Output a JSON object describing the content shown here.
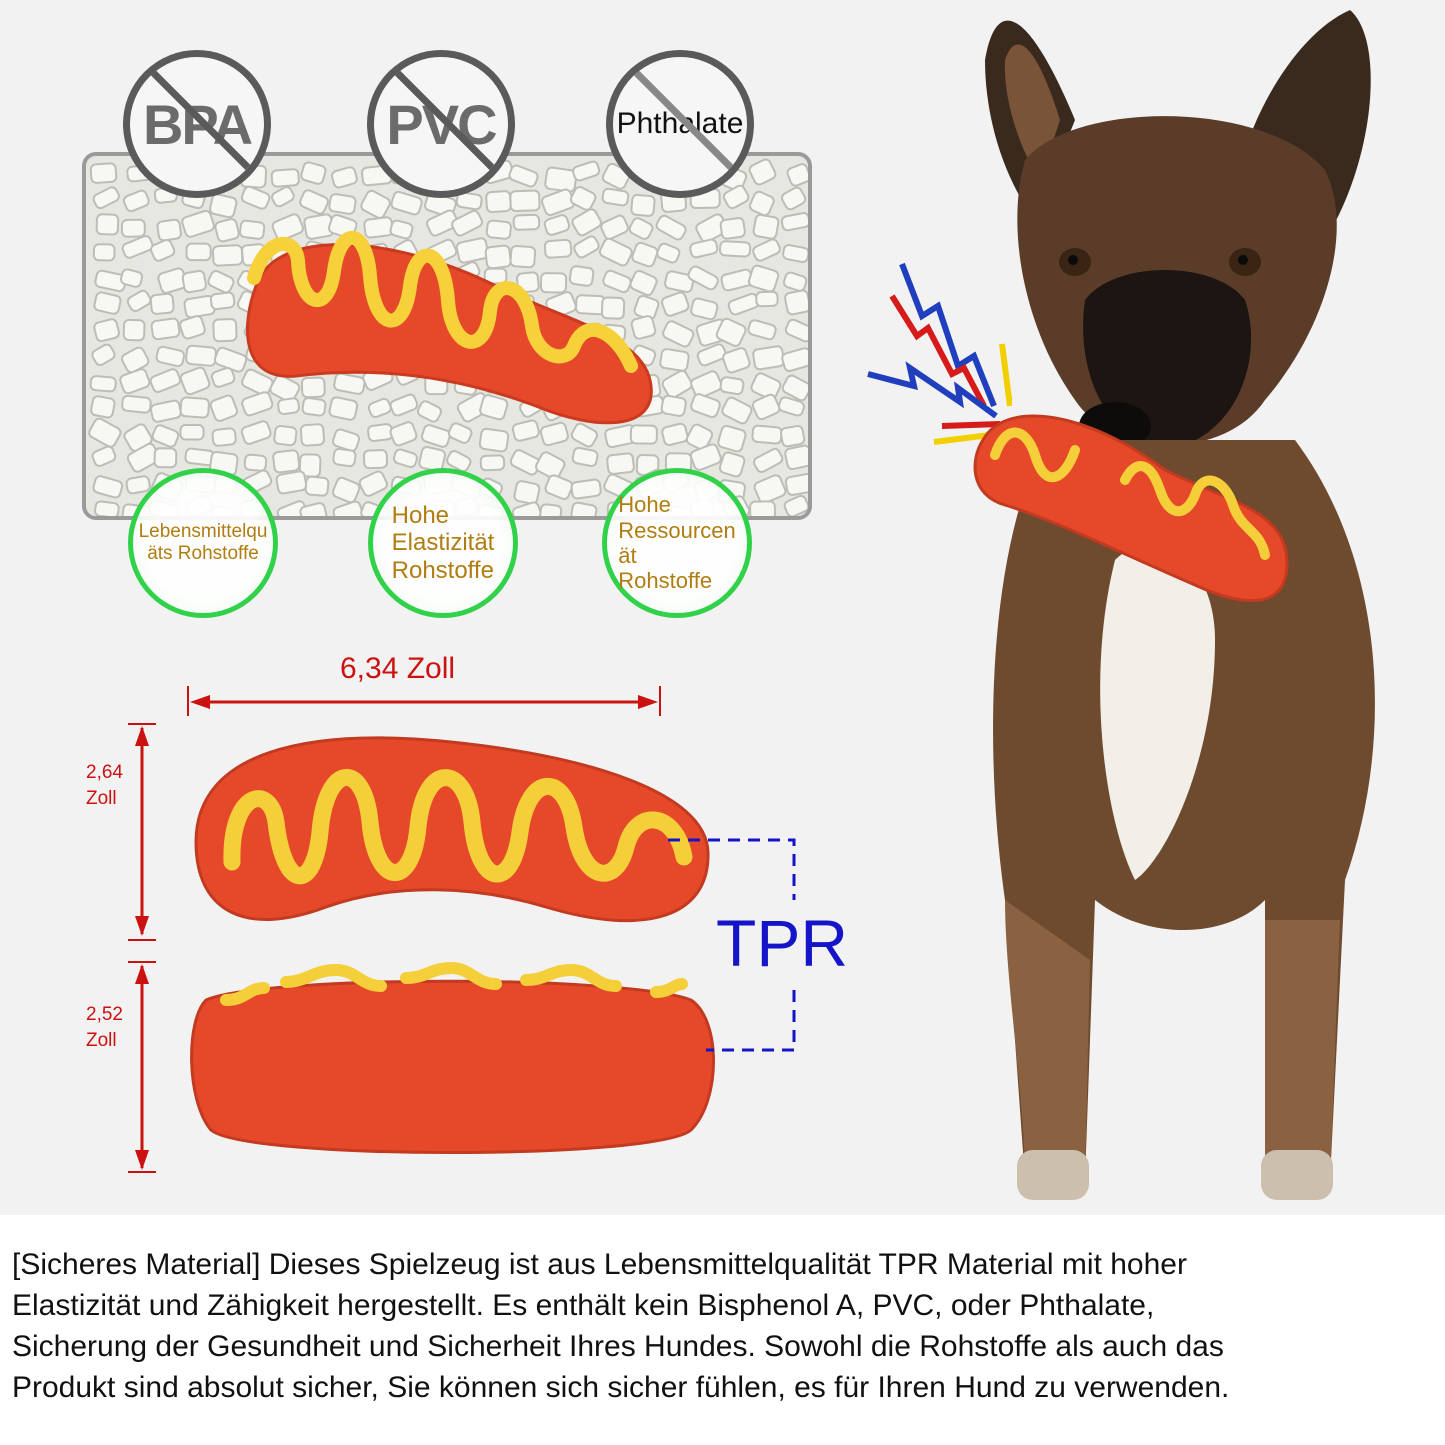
{
  "badges": {
    "free_of": [
      "BPA",
      "PVC",
      "Phthalate"
    ],
    "benefits": [
      "Lebensmittelqu äts Rohstoffe",
      "Hohe Elastizität Rohstoffe",
      "Hohe Ressourcen ät Rohstoffe"
    ]
  },
  "benefit_lines": [
    [
      "Lebensmittelqu",
      "äts Rohstoffe"
    ],
    [
      "Hohe",
      "Elastizität",
      "Rohstoffe"
    ],
    [
      "Hohe",
      "Ressourcen",
      "ät",
      "Rohstoffe"
    ]
  ],
  "dimensions": {
    "length": "6,34 Zoll",
    "height_top_value": "2,64",
    "height_top_unit": "Zoll",
    "height_bottom_value": "2,52",
    "height_bottom_unit": "Zoll"
  },
  "material_label": "TPR",
  "description": [
    "[Sicheres Material] Dieses Spielzeug ist aus Lebensmittelqualität TPR Material mit hoher",
    "Elastizität und Zähigkeit hergestellt. Es enthält kein Bisphenol A, PVC, oder Phthalate,",
    "Sicherung der Gesundheit und Sicherheit Ihres Hundes. Sowohl die Rohstoffe als auch das",
    "Produkt sind absolut sicher, Sie können sich sicher fühlen, es für Ihren Hund zu verwenden."
  ],
  "colors": {
    "sausage": "#e64a2a",
    "mustard": "#f5cf3a",
    "dimension_red": "#cc1111",
    "tpr_blue": "#1414c8",
    "check_green": "#31d14a"
  }
}
